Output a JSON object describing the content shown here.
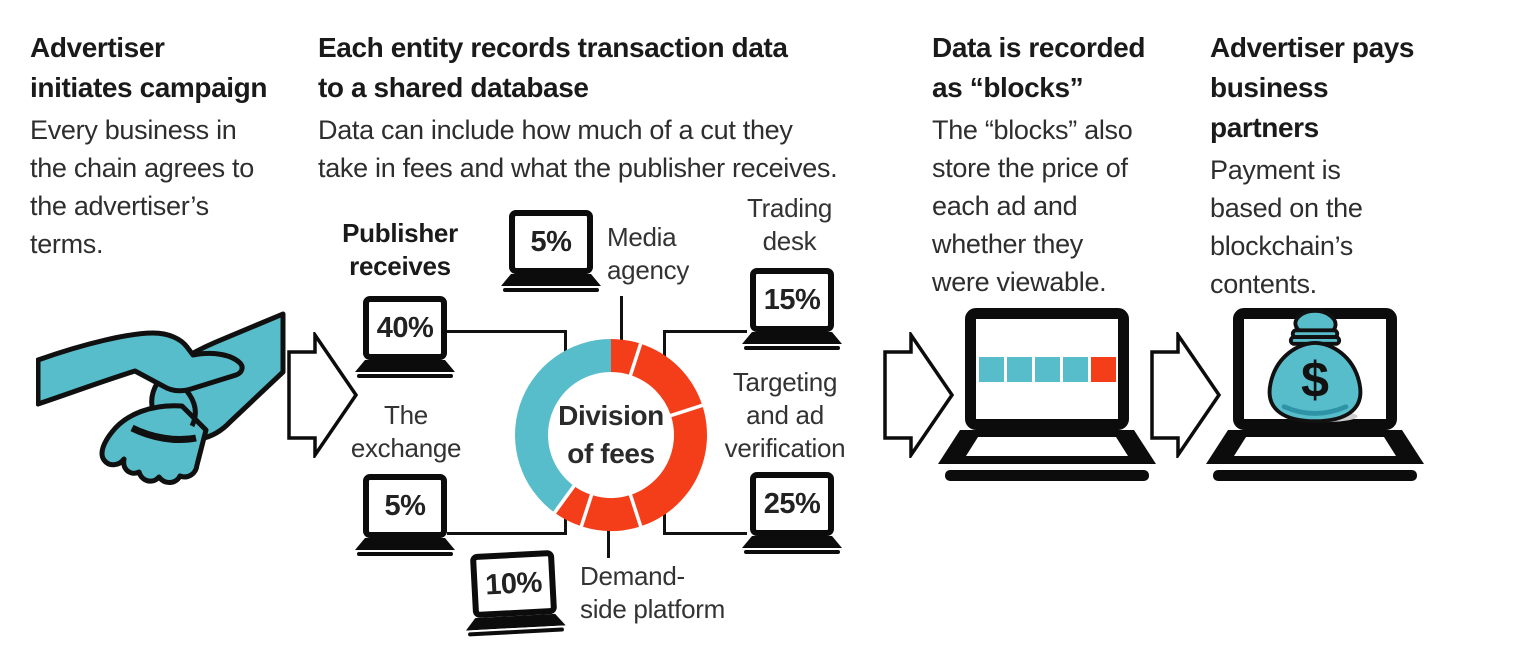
{
  "steps": {
    "step1": {
      "heading": "Advertiser\ninitiates campaign",
      "body": "Every business in\nthe chain agrees to\nthe advertiser’s\nterms."
    },
    "step2": {
      "heading": "Each entity records transaction data\nto a shared database",
      "body": "Data can include how much of a cut they\ntake in fees and what the publisher receives."
    },
    "step3": {
      "heading": "Data is recorded\nas “blocks”",
      "body": "The “blocks” also\nstore the price of\neach ad and\nwhether they\nwere viewable."
    },
    "step4": {
      "heading": "Advertiser pays\nbusiness\npartners",
      "body": "Payment is\nbased on the\nblockchain’s\ncontents."
    }
  },
  "chart_data": {
    "type": "pie",
    "donut": true,
    "title": "Division of fees",
    "start_angle_deg": 0,
    "direction": "clockwise",
    "legend_position": "around",
    "segments": [
      {
        "label": "Media agency",
        "value": 5,
        "unit": "%",
        "color": "#f43e1a"
      },
      {
        "label": "Trading desk",
        "value": 15,
        "unit": "%",
        "color": "#f43e1a"
      },
      {
        "label": "Targeting and ad verification",
        "value": 25,
        "unit": "%",
        "color": "#f43e1a"
      },
      {
        "label": "Demand-side platform",
        "value": 10,
        "unit": "%",
        "color": "#f43e1a"
      },
      {
        "label": "The exchange",
        "value": 5,
        "unit": "%",
        "color": "#f43e1a"
      },
      {
        "label": "Publisher receives",
        "value": 40,
        "unit": "%",
        "color": "#58bdca"
      }
    ]
  },
  "diagram_labels": {
    "publisher": "Publisher\nreceives",
    "media_agency": "Media\nagency",
    "trading_desk": "Trading\ndesk",
    "targeting": "Targeting\nand ad\nverification",
    "exchange": "The\nexchange",
    "demand_side": "Demand-\nside platform",
    "donut_center": "Division\nof fees"
  },
  "percentages": {
    "publisher": "40%",
    "media_agency": "5%",
    "trading_desk": "15%",
    "targeting": "25%",
    "exchange": "5%",
    "demand_side": "10%"
  },
  "blockchain_screen": {
    "blocks": [
      "#58bdca",
      "#58bdca",
      "#58bdca",
      "#58bdca",
      "#f43e1a"
    ]
  },
  "money_symbol": "$",
  "colors": {
    "teal": "#58bdca",
    "teal_dark": "#2e93a7",
    "orange": "#f43e1a",
    "ink": "#1a1a1a",
    "body_text": "#2e2e2e"
  }
}
